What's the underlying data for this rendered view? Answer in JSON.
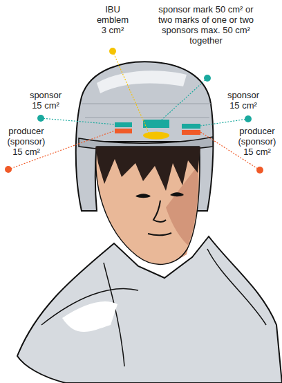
{
  "diagram": {
    "labels": [
      "IBU emblem 3 cm²",
      "sponsor mark 50 cm² or two marks of one or two sponsors max. 50 cm² together",
      "sponsor 15 cm²",
      "sponsor 15 cm²",
      "producer (sponsor) 15 cm²",
      "producer (sponsor) 15 cm²"
    ]
  }
}
